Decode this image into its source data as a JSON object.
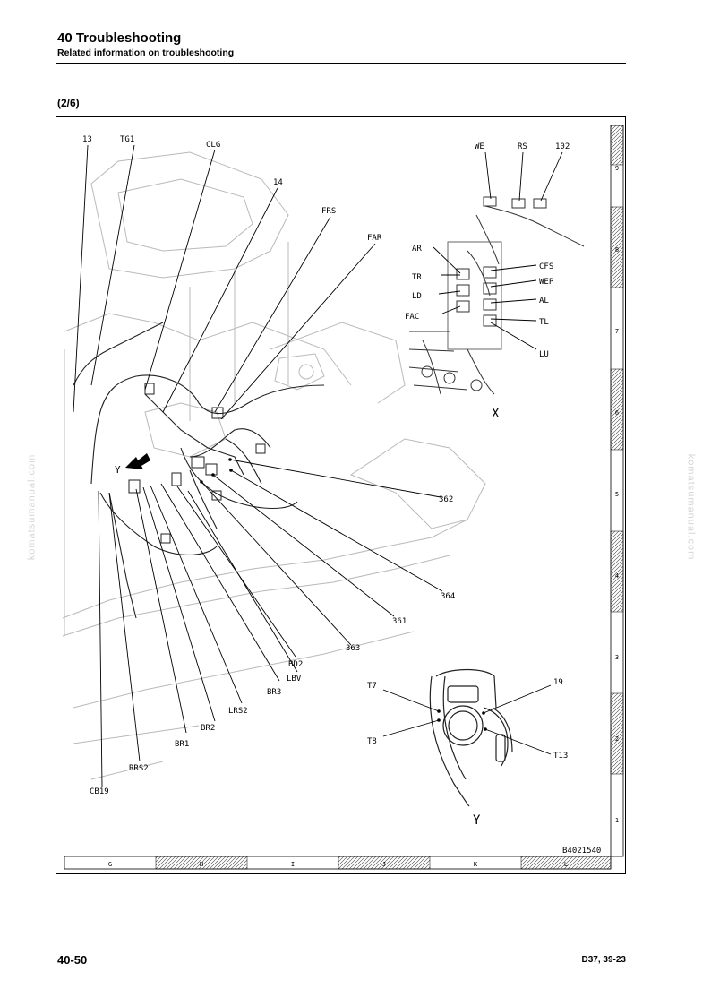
{
  "header": {
    "title": "40 Troubleshooting",
    "subtitle": "Related information on troubleshooting"
  },
  "section_label": "(2/6)",
  "watermark": "komatsumanual.com",
  "figure": {
    "id": "B4021540",
    "main_labels": [
      "13",
      "TG1",
      "CLG",
      "14",
      "FRS",
      "FAR",
      "362",
      "364",
      "361",
      "363",
      "BD2",
      "LBV",
      "BR3",
      "LRS2",
      "BR2",
      "BR1",
      "RRS2",
      "CB19"
    ],
    "view_x_labels": [
      "WE",
      "RS",
      "102",
      "AR",
      "CFS",
      "TR",
      "WEP",
      "LD",
      "AL",
      "FAC",
      "TL",
      "LU"
    ],
    "view_x_name": "X",
    "view_y_labels": [
      "T7",
      "19",
      "T8",
      "T13"
    ],
    "view_y_name": "Y",
    "view_arrow_label": "Y",
    "grid_columns": [
      "G",
      "H",
      "I",
      "J",
      "K",
      "L"
    ],
    "grid_rows": [
      "9",
      "8",
      "7",
      "6",
      "5",
      "4",
      "3",
      "2",
      "1"
    ]
  },
  "footer": {
    "page": "40-50",
    "model": "D37, 39-23"
  }
}
